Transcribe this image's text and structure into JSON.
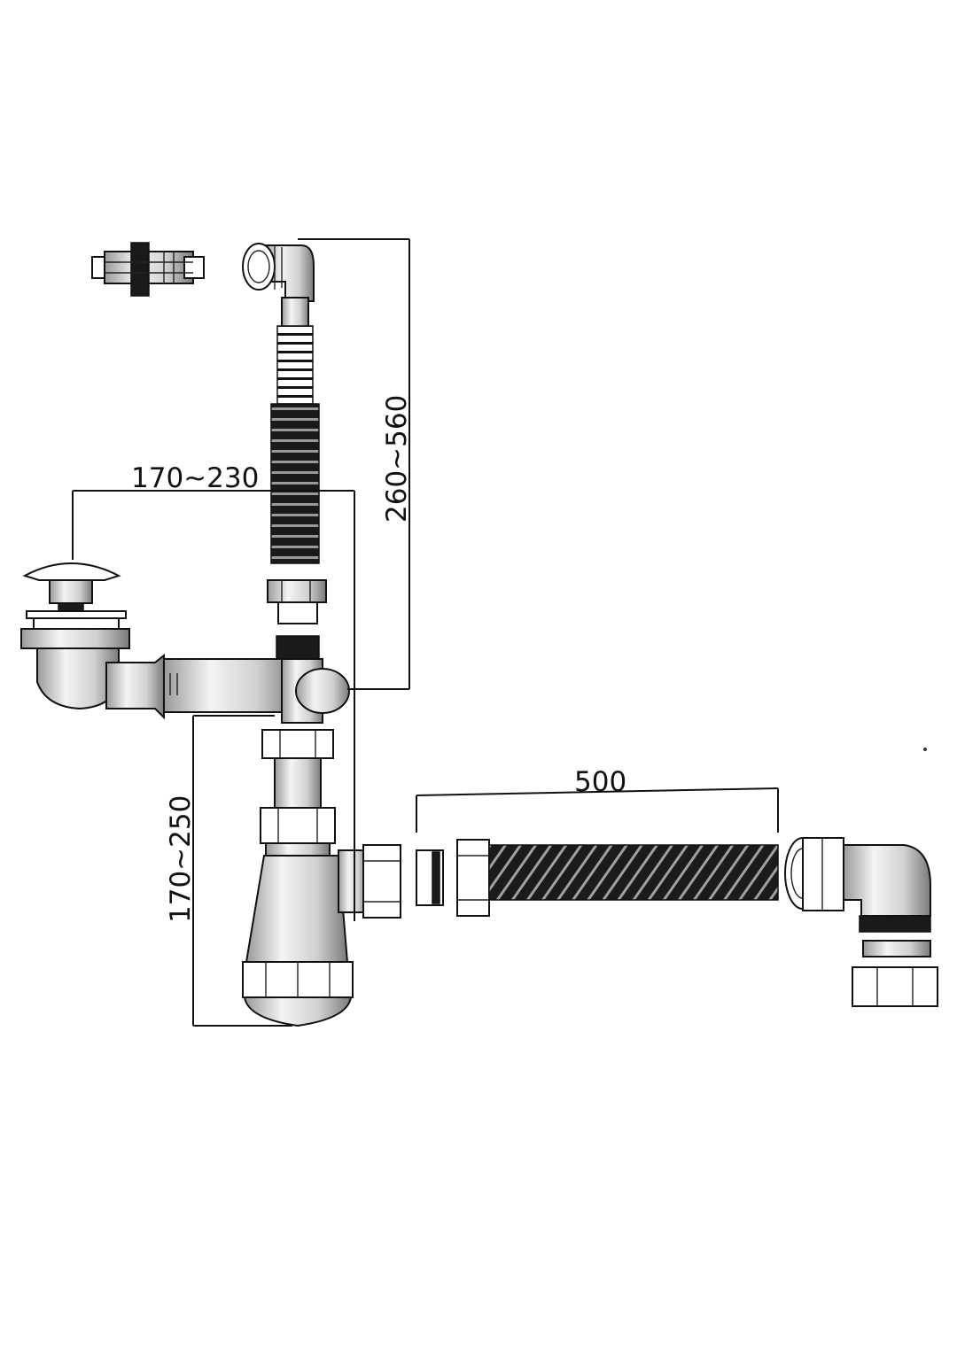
{
  "dimensions": {
    "overflow_width": "170~230",
    "overflow_height": "260~560",
    "trap_height": "170~250",
    "hose_length": "500"
  }
}
